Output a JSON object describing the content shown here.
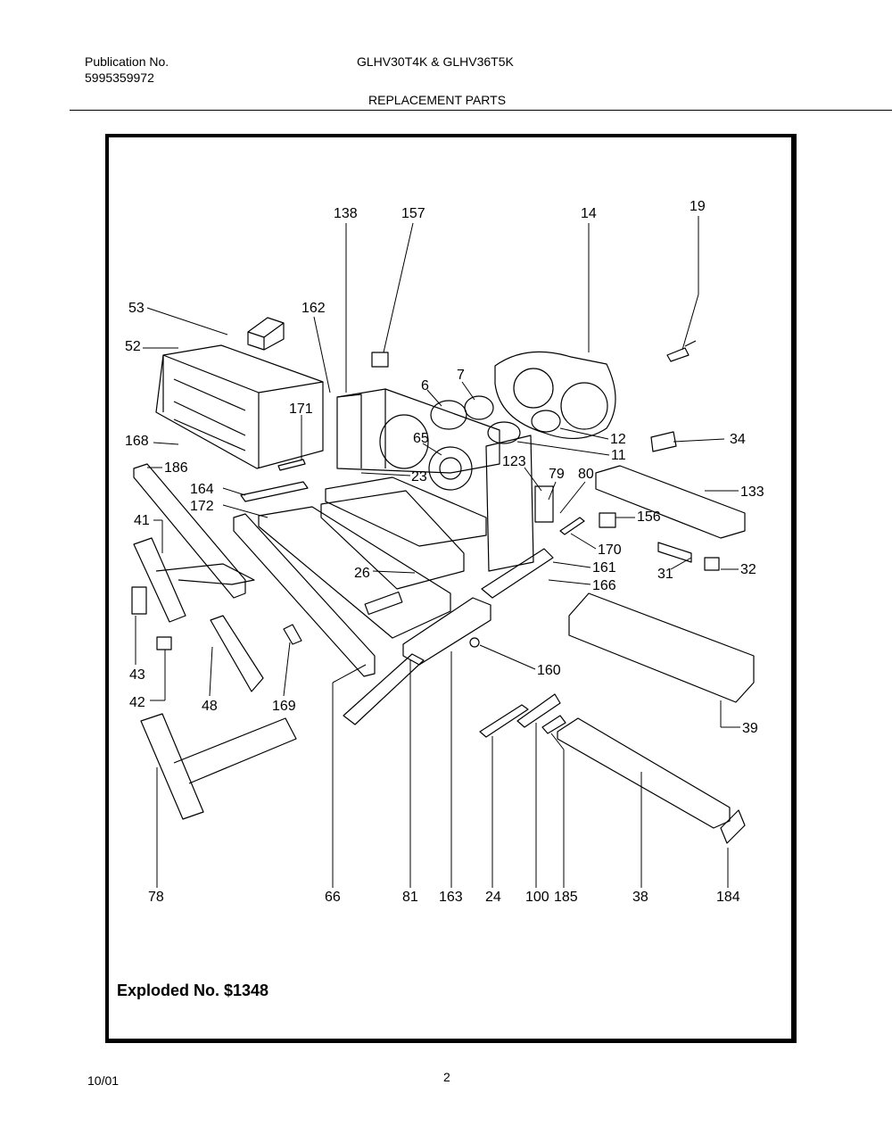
{
  "header": {
    "publication_label": "Publication No.",
    "publication_number": "5995359972",
    "models": "GLHV30T4K & GLHV36T5K",
    "section": "REPLACEMENT PARTS"
  },
  "diagram": {
    "callouts": [
      "138",
      "157",
      "14",
      "19",
      "53",
      "162",
      "52",
      "171",
      "6",
      "7",
      "168",
      "65",
      "12",
      "34",
      "186",
      "11",
      "123",
      "79",
      "80",
      "23",
      "164",
      "133",
      "172",
      "156",
      "41",
      "170",
      "31",
      "32",
      "161",
      "26",
      "166",
      "160",
      "43",
      "42",
      "48",
      "169",
      "39",
      "78",
      "66",
      "81",
      "163",
      "24",
      "100",
      "185",
      "38",
      "184"
    ]
  },
  "footer_box": {
    "exploded": "Exploded No. $1348"
  },
  "footer": {
    "date": "10/01",
    "page": "2"
  }
}
